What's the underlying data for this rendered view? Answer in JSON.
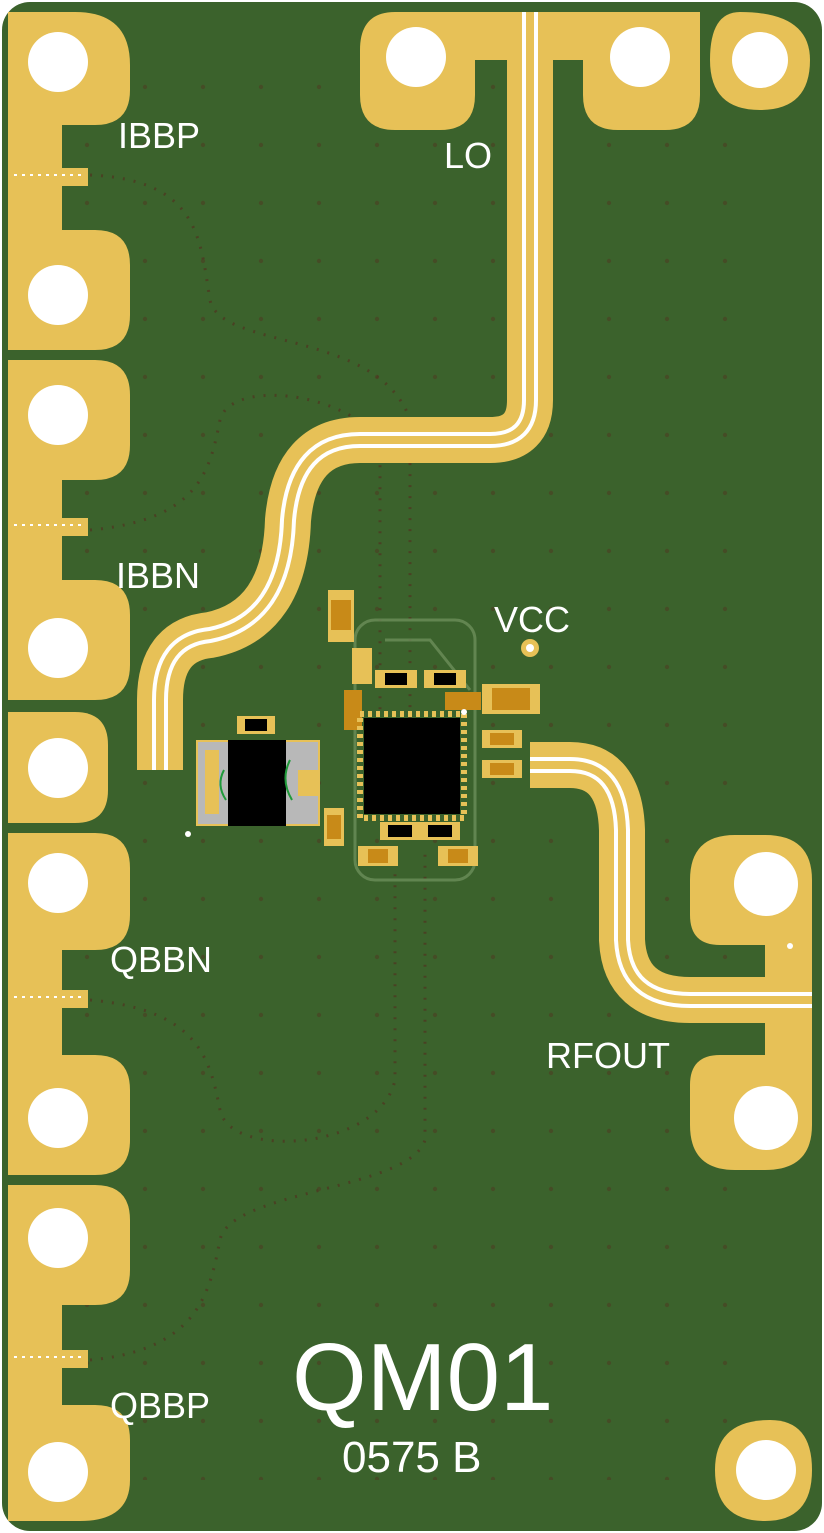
{
  "colors": {
    "substrate": "#3b622c",
    "gold": "#e7c157",
    "gold_edge": "#cfa73e",
    "silkscreen": "#ffffff",
    "via": "#4d3a22",
    "ic": "#000000"
  },
  "labels": {
    "ibbp": "IBBP",
    "lo": "LO",
    "ibbn": "IBBN",
    "vcc": "VCC",
    "qbbn": "QBBN",
    "rfout": "RFOUT",
    "qbbp": "QBBP"
  },
  "board": {
    "title": "QM01",
    "subtitle": "0575 B"
  }
}
